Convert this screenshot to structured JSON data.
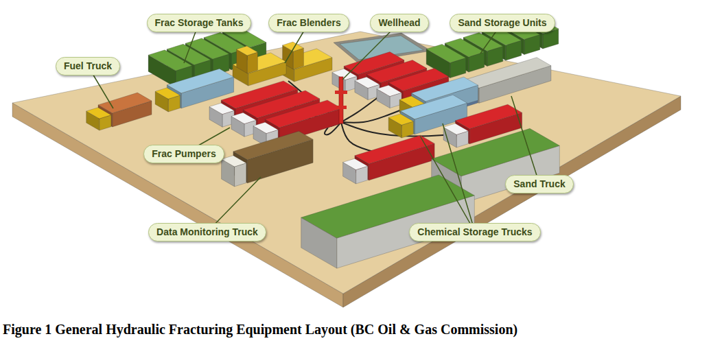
{
  "diagram": {
    "caption": "Figure 1 General Hydraulic Fracturing Equipment Layout (BC Oil & Gas Commission)",
    "nodes": [
      {
        "text": [
          "Frac Storage Tanks"
        ]
      },
      {
        "text": [
          "Frac Blenders"
        ]
      },
      {
        "text": [
          "Wellhead"
        ]
      },
      {
        "text": [
          "Sand Storage Units"
        ]
      },
      {
        "text": [
          "Fuel Truck"
        ]
      },
      {
        "text": [
          "Frac Pumpers"
        ]
      },
      {
        "text": [
          "Sand Truck"
        ]
      },
      {
        "text": [
          "Data Monitoring Truck"
        ]
      },
      {
        "text": [
          "Chemical Storage Trucks"
        ]
      }
    ]
  }
}
